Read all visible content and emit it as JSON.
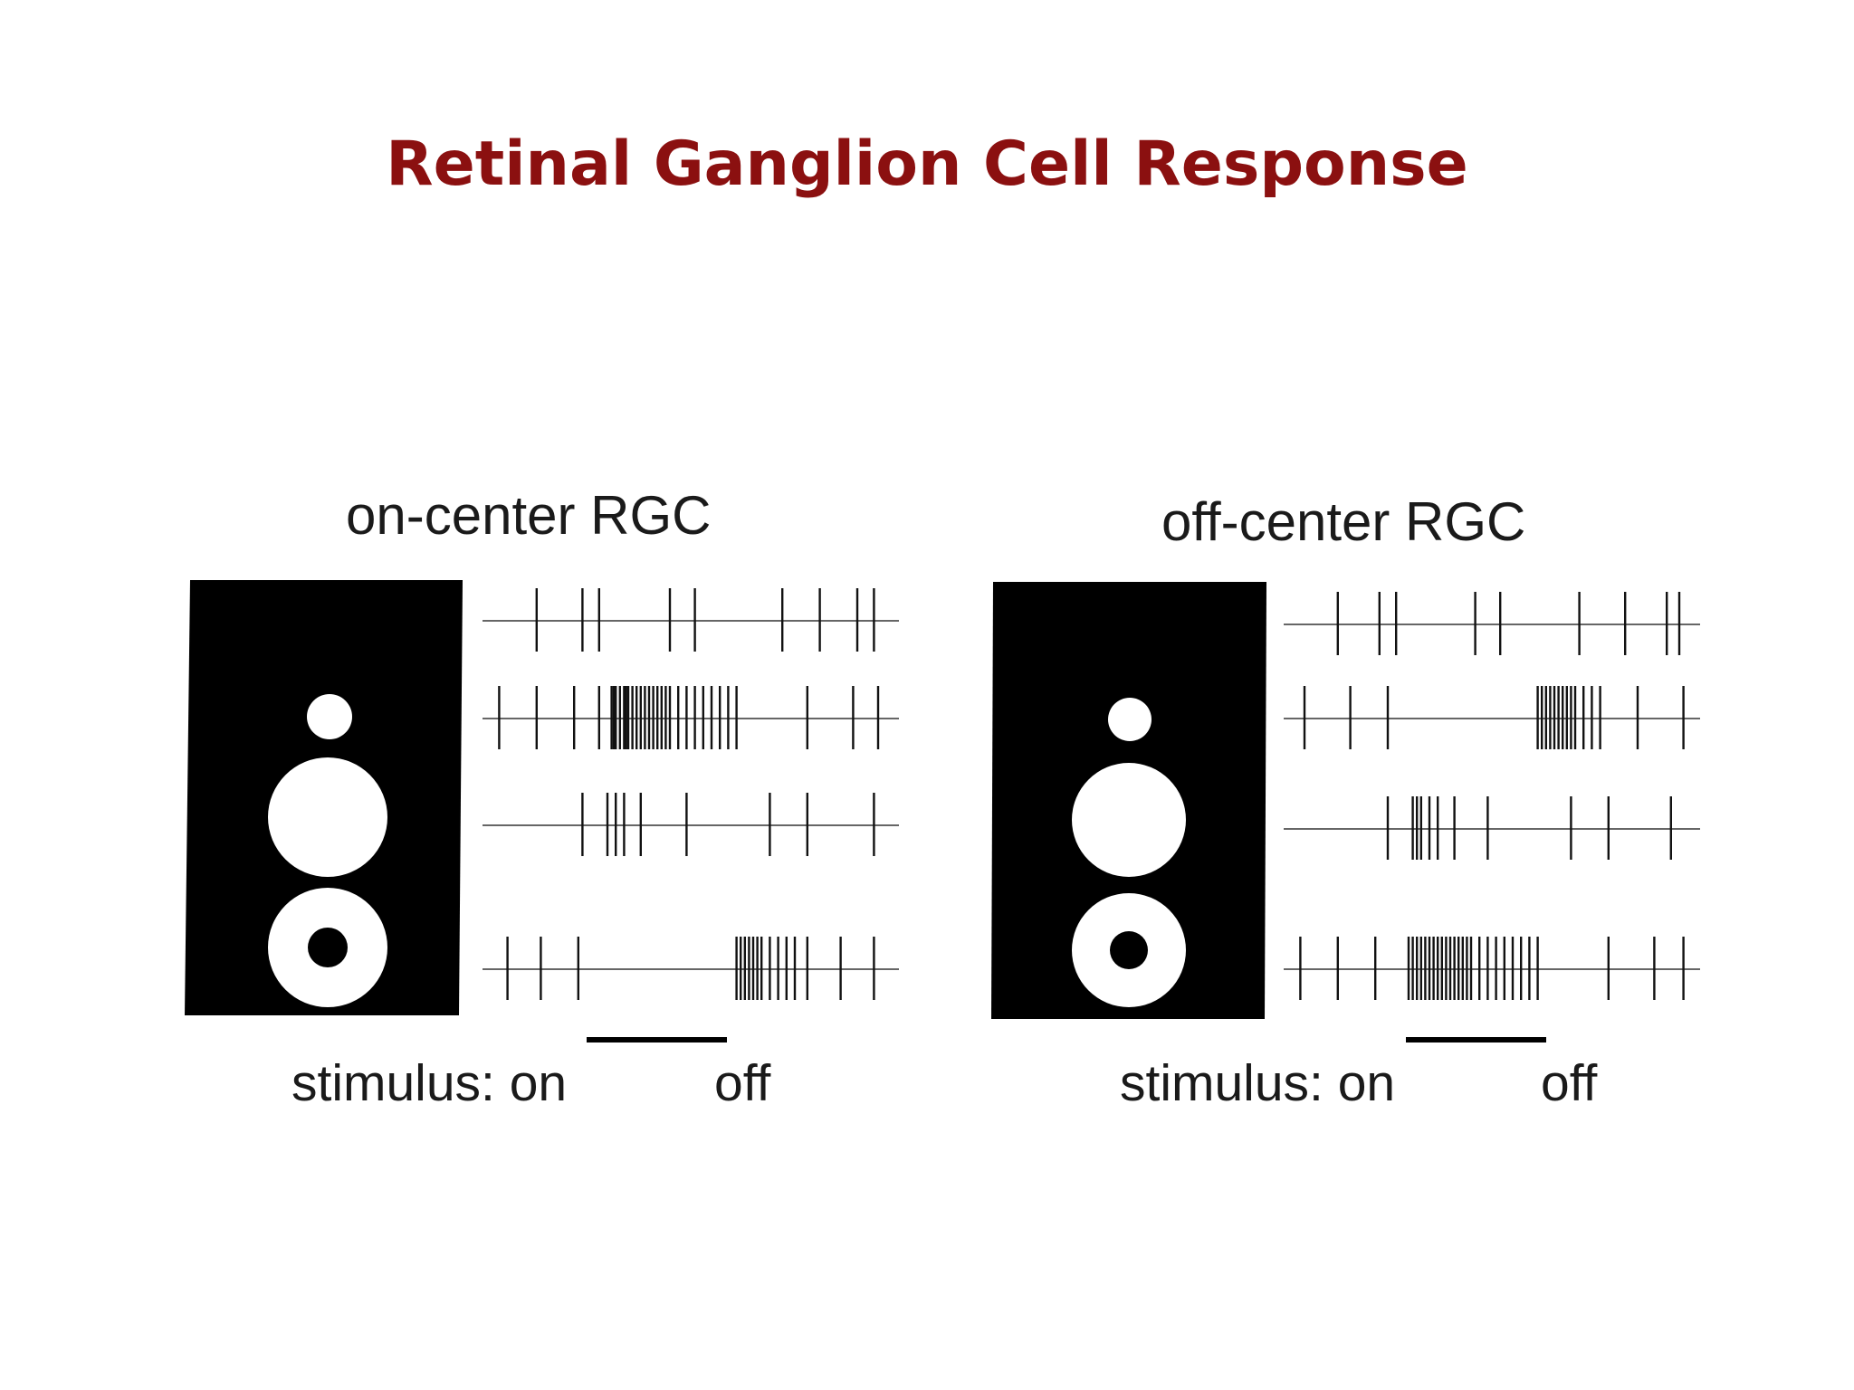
{
  "slide": {
    "title": "Retinal Ganglion Cell Response",
    "title_color": "#8b1010"
  },
  "panels": [
    {
      "id": "on",
      "title": "on-center RGC",
      "stimulus_on_label": "stimulus: on",
      "stimulus_off_label": "off",
      "traces": [
        {
          "spikes": [
            0.13,
            0.24,
            0.28,
            0.45,
            0.51,
            0.72,
            0.81,
            0.9,
            0.94
          ]
        },
        {
          "spikes": [
            0.04,
            0.13,
            0.22,
            0.28,
            0.31,
            0.315,
            0.32,
            0.33,
            0.34,
            0.345,
            0.35,
            0.36,
            0.37,
            0.38,
            0.39,
            0.4,
            0.41,
            0.42,
            0.43,
            0.44,
            0.45,
            0.47,
            0.49,
            0.51,
            0.53,
            0.55,
            0.57,
            0.59,
            0.61,
            0.78,
            0.89,
            0.95
          ]
        },
        {
          "spikes": [
            0.24,
            0.3,
            0.32,
            0.34,
            0.38,
            0.49,
            0.69,
            0.78,
            0.94
          ]
        },
        {
          "spikes": [
            0.06,
            0.14,
            0.23,
            0.61,
            0.62,
            0.63,
            0.64,
            0.65,
            0.66,
            0.67,
            0.69,
            0.71,
            0.73,
            0.75,
            0.78,
            0.86,
            0.94
          ]
        }
      ]
    },
    {
      "id": "off",
      "title": "off-center RGC",
      "stimulus_on_label": "stimulus: on",
      "stimulus_off_label": "off",
      "traces": [
        {
          "spikes": [
            0.13,
            0.23,
            0.27,
            0.46,
            0.52,
            0.71,
            0.82,
            0.92,
            0.95
          ]
        },
        {
          "spikes": [
            0.05,
            0.16,
            0.25,
            0.61,
            0.62,
            0.63,
            0.64,
            0.65,
            0.66,
            0.67,
            0.68,
            0.69,
            0.7,
            0.72,
            0.74,
            0.76,
            0.85,
            0.96
          ]
        },
        {
          "spikes": [
            0.25,
            0.31,
            0.32,
            0.33,
            0.35,
            0.37,
            0.41,
            0.49,
            0.69,
            0.78,
            0.93
          ]
        },
        {
          "spikes": [
            0.04,
            0.13,
            0.22,
            0.3,
            0.31,
            0.32,
            0.33,
            0.34,
            0.35,
            0.36,
            0.37,
            0.38,
            0.39,
            0.4,
            0.41,
            0.42,
            0.43,
            0.44,
            0.45,
            0.47,
            0.49,
            0.51,
            0.53,
            0.55,
            0.57,
            0.59,
            0.61,
            0.78,
            0.89,
            0.96
          ]
        }
      ]
    }
  ]
}
